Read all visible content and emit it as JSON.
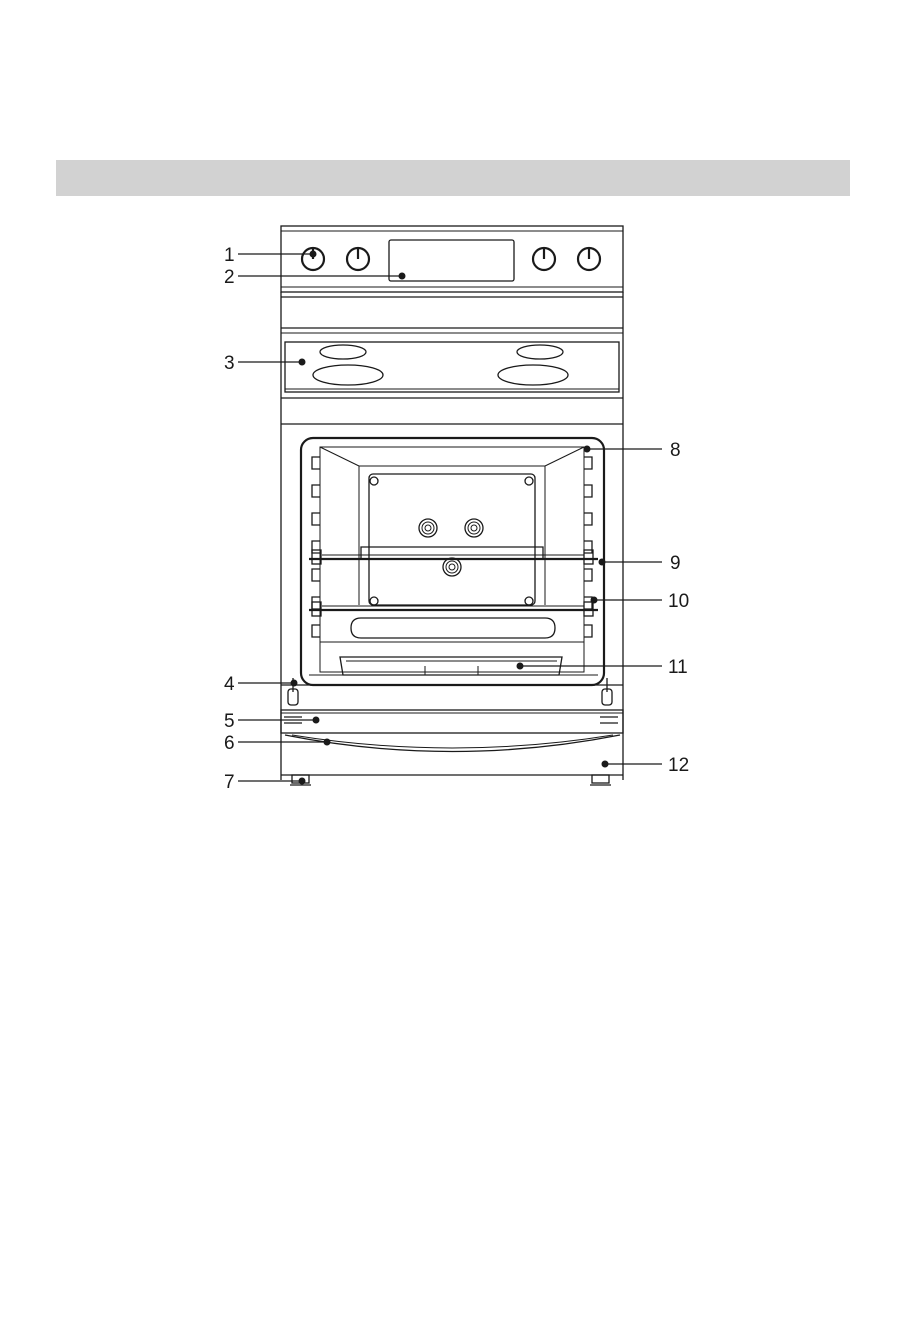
{
  "colors": {
    "header_bar": "#d2d2d2",
    "line": "#1a1a1a"
  },
  "callouts": [
    {
      "label": "1"
    },
    {
      "label": "2"
    },
    {
      "label": "3"
    },
    {
      "label": "4"
    },
    {
      "label": "5"
    },
    {
      "label": "6"
    },
    {
      "label": "7"
    },
    {
      "label": "8"
    },
    {
      "label": "9"
    },
    {
      "label": "10"
    },
    {
      "label": "11"
    },
    {
      "label": "12"
    }
  ]
}
